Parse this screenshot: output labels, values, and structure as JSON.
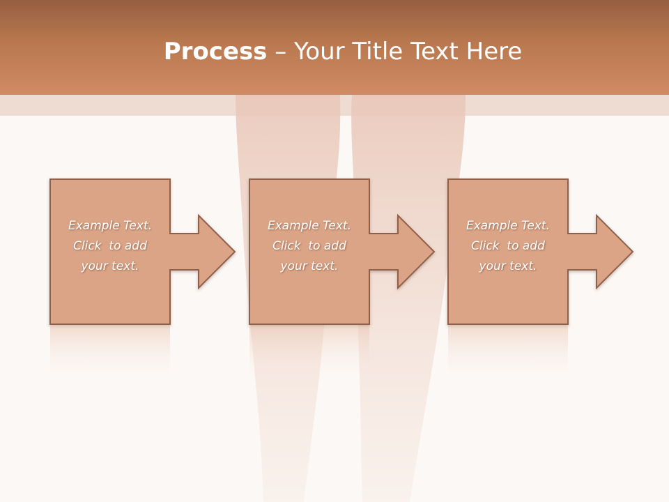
{
  "title": {
    "bold": "Process",
    "rest": " – Your Title Text Here"
  },
  "steps": [
    {
      "line1": "Example Text.",
      "line2": "Click  to add",
      "line3": "your text."
    },
    {
      "line1": "Example Text.",
      "line2": "Click  to add",
      "line3": "your text."
    },
    {
      "line1": "Example Text.",
      "line2": "Click  to add",
      "line3": "your text."
    }
  ],
  "colors": {
    "header": "#c7825a",
    "box_fill": "#dba486",
    "box_stroke": "#8f604a",
    "background": "#fcf8f5"
  }
}
